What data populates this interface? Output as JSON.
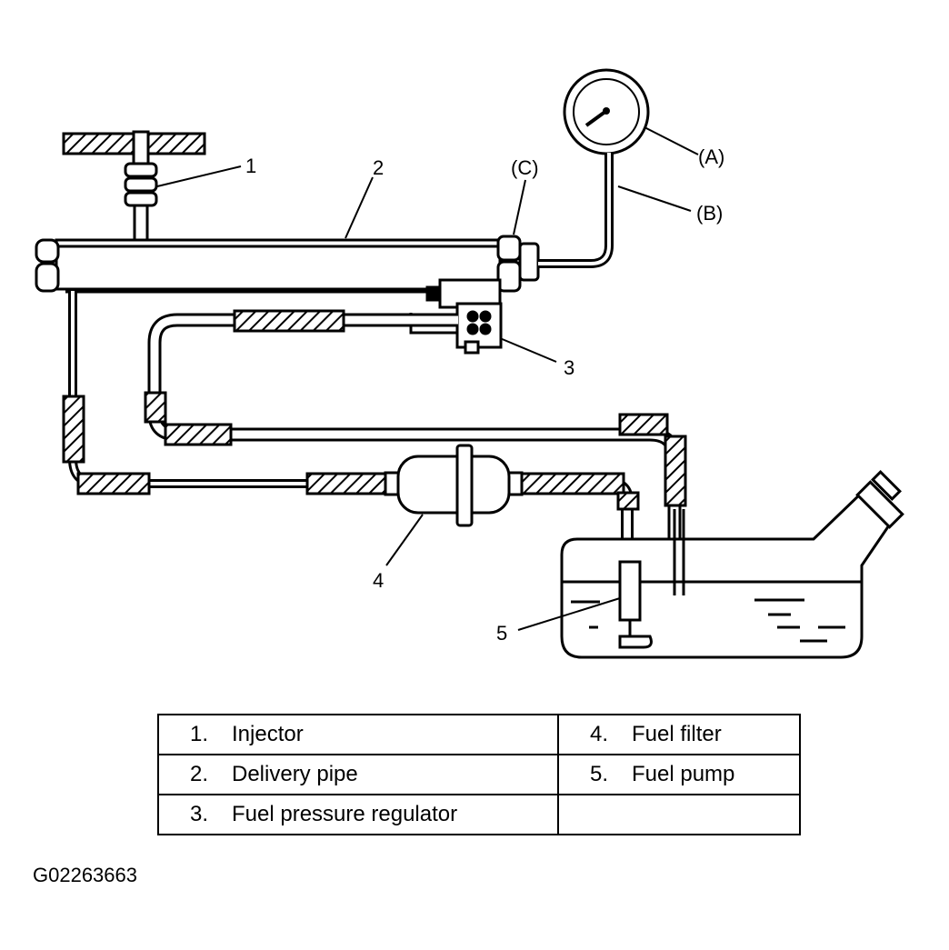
{
  "callouts": {
    "injector": "1",
    "delivery_pipe": "2",
    "regulator": "3",
    "fuel_filter": "4",
    "fuel_pump": "5",
    "gauge": "(A)",
    "hose": "(B)",
    "fitting": "(C)"
  },
  "legend": [
    [
      {
        "num": "1.",
        "name": "Injector"
      },
      {
        "num": "4.",
        "name": "Fuel filter"
      }
    ],
    [
      {
        "num": "2.",
        "name": "Delivery pipe"
      },
      {
        "num": "5.",
        "name": "Fuel pump"
      }
    ],
    [
      {
        "num": "3.",
        "name": "Fuel pressure regulator"
      },
      {
        "num": "",
        "name": ""
      }
    ]
  ],
  "figure_id": "G02263663"
}
